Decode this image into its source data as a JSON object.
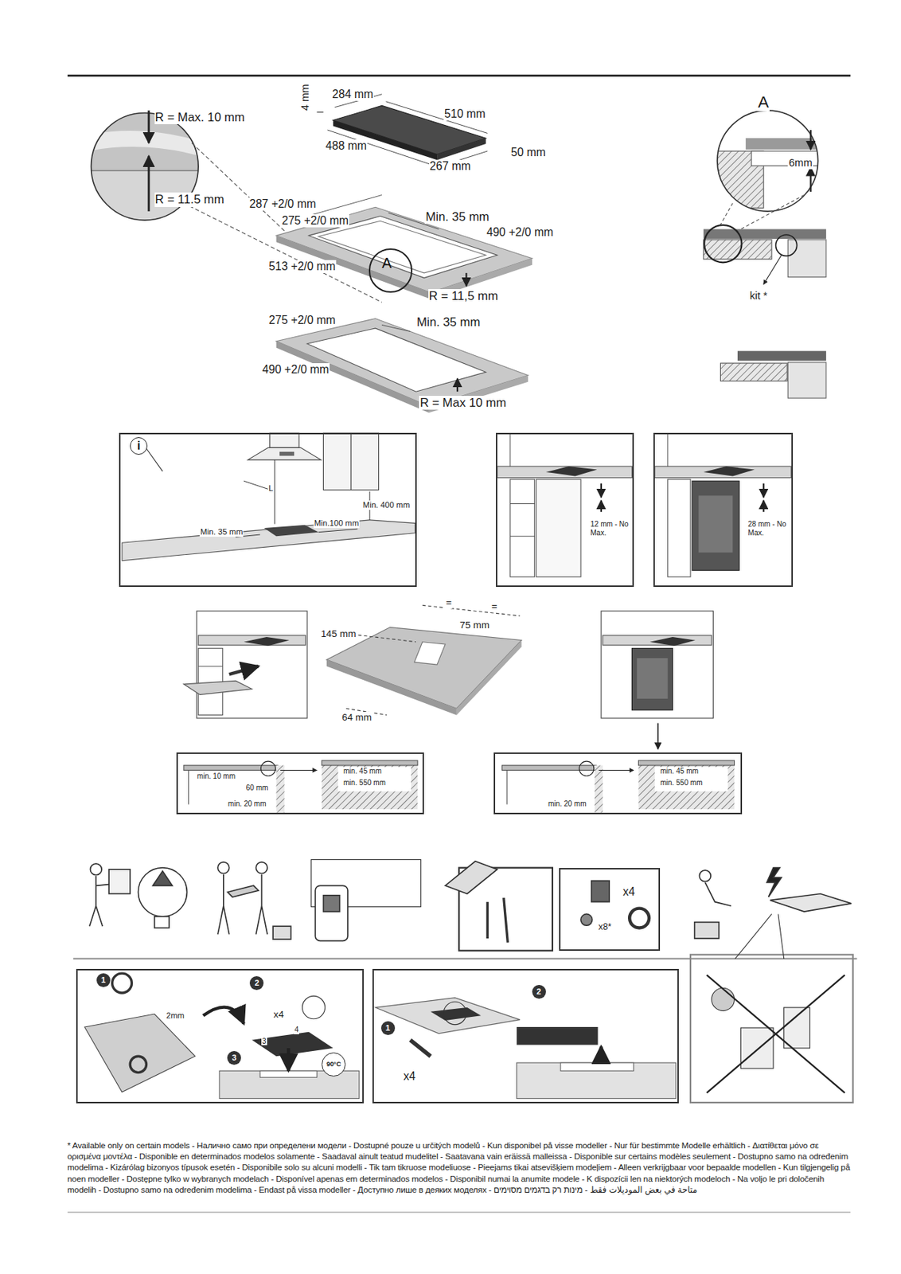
{
  "diagram": {
    "nodes": [
      {
        "text": [
          "A"
        ]
      },
      {
        "text": [
          "L",
          "Min. 400 mm",
          "Min.100 mm",
          "Min. 35 mm"
        ]
      },
      {
        "text": [
          "i"
        ],
        "in": 1
      },
      {
        "text": [
          "12 mm - No Max."
        ]
      },
      {
        "text": [
          "28 mm - No Max."
        ]
      },
      {
        "text": [
          "min. 45 mm",
          "min. 10 mm",
          "min. 550 mm",
          "60 mm",
          "min. 20 mm"
        ]
      },
      {
        "text": [
          "min. 45 mm",
          "min. 550 mm",
          "min. 20 mm"
        ]
      },
      {
        "text": [
          "x4",
          "x8*"
        ]
      },
      {
        "text": [
          "2mm",
          "x4",
          "4",
          "3"
        ]
      },
      {
        "text": [
          "1"
        ],
        "in": 8
      },
      {
        "text": [
          "2"
        ],
        "in": 8
      },
      {
        "text": [
          "3"
        ],
        "in": 8
      },
      {
        "text": [
          "90°C"
        ],
        "in": 8
      },
      {
        "text": [
          "x4"
        ]
      },
      {
        "text": [
          "1"
        ],
        "in": 13
      },
      {
        "text": [
          "2"
        ],
        "in": 13
      }
    ],
    "labels": [
      "R = Max. 10 mm",
      "4 mm",
      "284 mm",
      "510 mm",
      "488 mm",
      "50 mm",
      "267 mm",
      "R = 11.5 mm",
      "287 +2/0 mm",
      "275 +2/0 mm",
      "Min. 35 mm",
      "490 +2/0 mm",
      "513 +2/0 mm",
      "R = 11,5 mm",
      "275 +2/0 mm",
      "Min. 35 mm",
      "490 +2/0 mm",
      "R = Max 10 mm",
      "A",
      "6mm",
      "kit *",
      "=",
      "=",
      "75 mm",
      "145 mm",
      "64 mm",
      "* Available only on certain models - Налично само при определени модели - Dostupné pouze u určitých modelů - Kun disponibel på visse modeller - Nur für bestimmte Modelle erhältlich - Διατίθεται μόνο σε ορισμένα μοντέλα - Disponible en determinados modelos solamente - Saadaval ainult teatud mudelitel - Saatavana vain eräissä malleissa - Disponible sur certains modèles seulement - Dostupno samo na određenim modelima - Kizárólag bizonyos típusok esetén - Disponibile solo su alcuni modelli - Tik tam tikruose modeliuose - Pieejams tikai atsevišķiem modeļiem - Alleen verkrijgbaar voor bepaalde modellen - Kun tilgjengelig på noen modeller - Dostępne tylko w wybranych modelach - Disponível apenas em determinados modelos - Disponibil numai la anumite modele - K dispozícii len na niektorých modeloch - Na voljo le pri določenih modelih - Dostupno samo na određenim modelima - Endast på vissa modeller - Доступно лише в деяких моделях - متاحة في بعض الموديلات فقط - מינות רק בדגמים מסוימים"
    ]
  }
}
